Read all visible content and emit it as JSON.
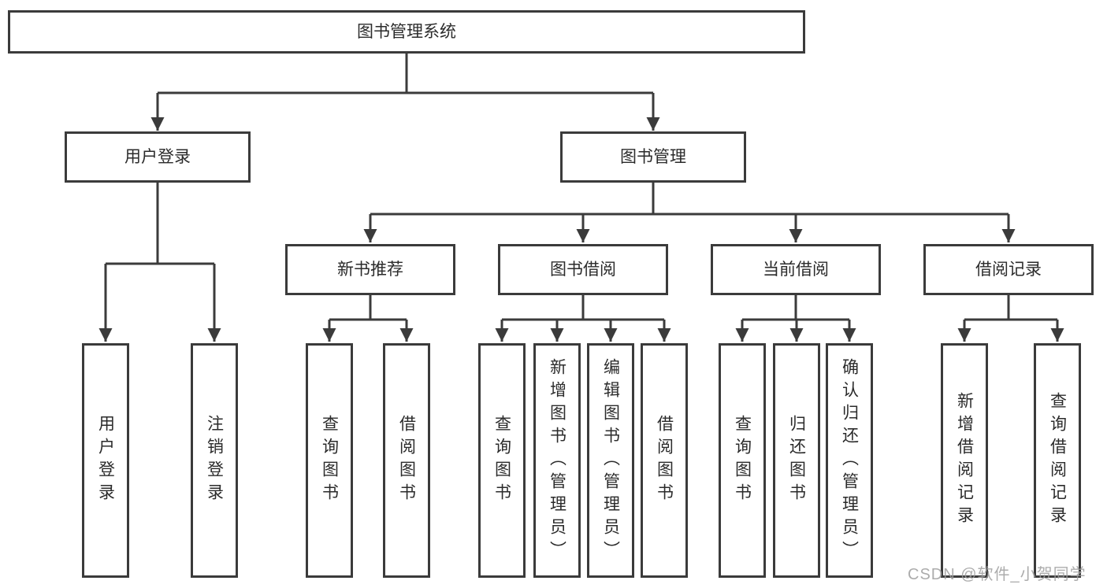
{
  "diagram": {
    "title": "图书管理系统",
    "root": {
      "label": "图书管理系统"
    },
    "branches": [
      {
        "label": "用户登录",
        "children": [
          {
            "label": "用户登录"
          },
          {
            "label": "注销登录"
          }
        ]
      },
      {
        "label": "图书管理",
        "groups": [
          {
            "label": "新书推荐",
            "children": [
              {
                "label": "查询图书"
              },
              {
                "label": "借阅图书"
              }
            ]
          },
          {
            "label": "图书借阅",
            "children": [
              {
                "label": "查询图书"
              },
              {
                "label": "新增图书（管理员）"
              },
              {
                "label": "编辑图书（管理员）"
              },
              {
                "label": "借阅图书"
              }
            ]
          },
          {
            "label": "当前借阅",
            "children": [
              {
                "label": "查询图书"
              },
              {
                "label": "归还图书"
              },
              {
                "label": "确认归还（管理员）"
              }
            ]
          },
          {
            "label": "借阅记录",
            "children": [
              {
                "label": "新增借阅记录"
              },
              {
                "label": "查询借阅记录"
              }
            ]
          }
        ]
      }
    ]
  },
  "watermark": {
    "text": "CSDN @软件_小贺同学"
  },
  "colors": {
    "line": "#3b3b3b",
    "box_border": "#3b3b3b",
    "text": "#2b2b2b",
    "background": "#ffffff",
    "watermark": "#9e9e9e"
  }
}
